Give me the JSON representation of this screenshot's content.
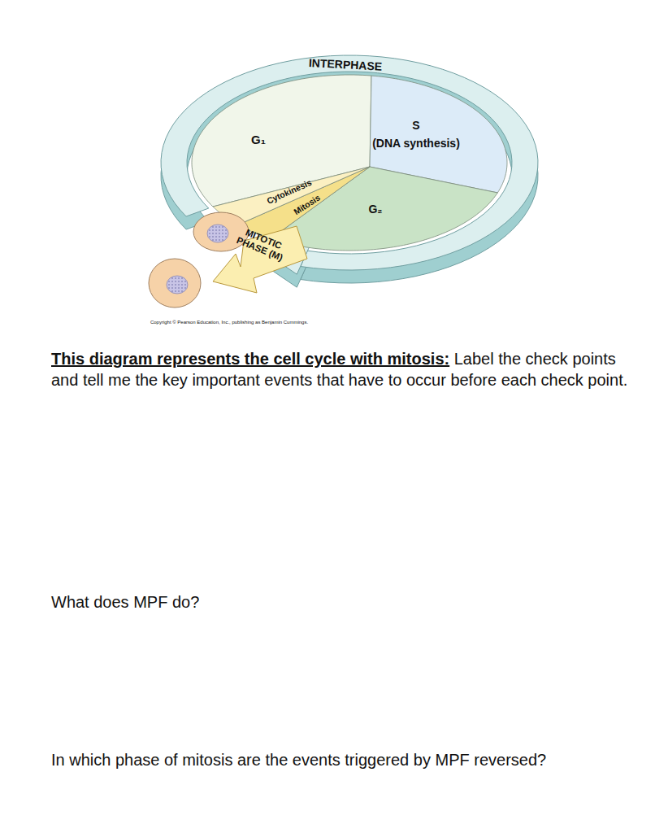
{
  "diagram": {
    "labels": [
      "INTERPHASE",
      "G₁",
      "S",
      "(DNA synthesis)",
      "G₂",
      "Cytokinesis",
      "Mitosis",
      "MITOTIC PHASE (M)",
      "Copyright © Pearson Education, Inc., publishing as Benjamin Cummings.",
      "This diagram represents the cell cycle with mitosis:",
      "Label the check points and tell me the key important events that have to occur before each check point.",
      "What does MPF do?",
      "In which phase of mitosis are the events triggered by MPF reversed?"
    ]
  }
}
